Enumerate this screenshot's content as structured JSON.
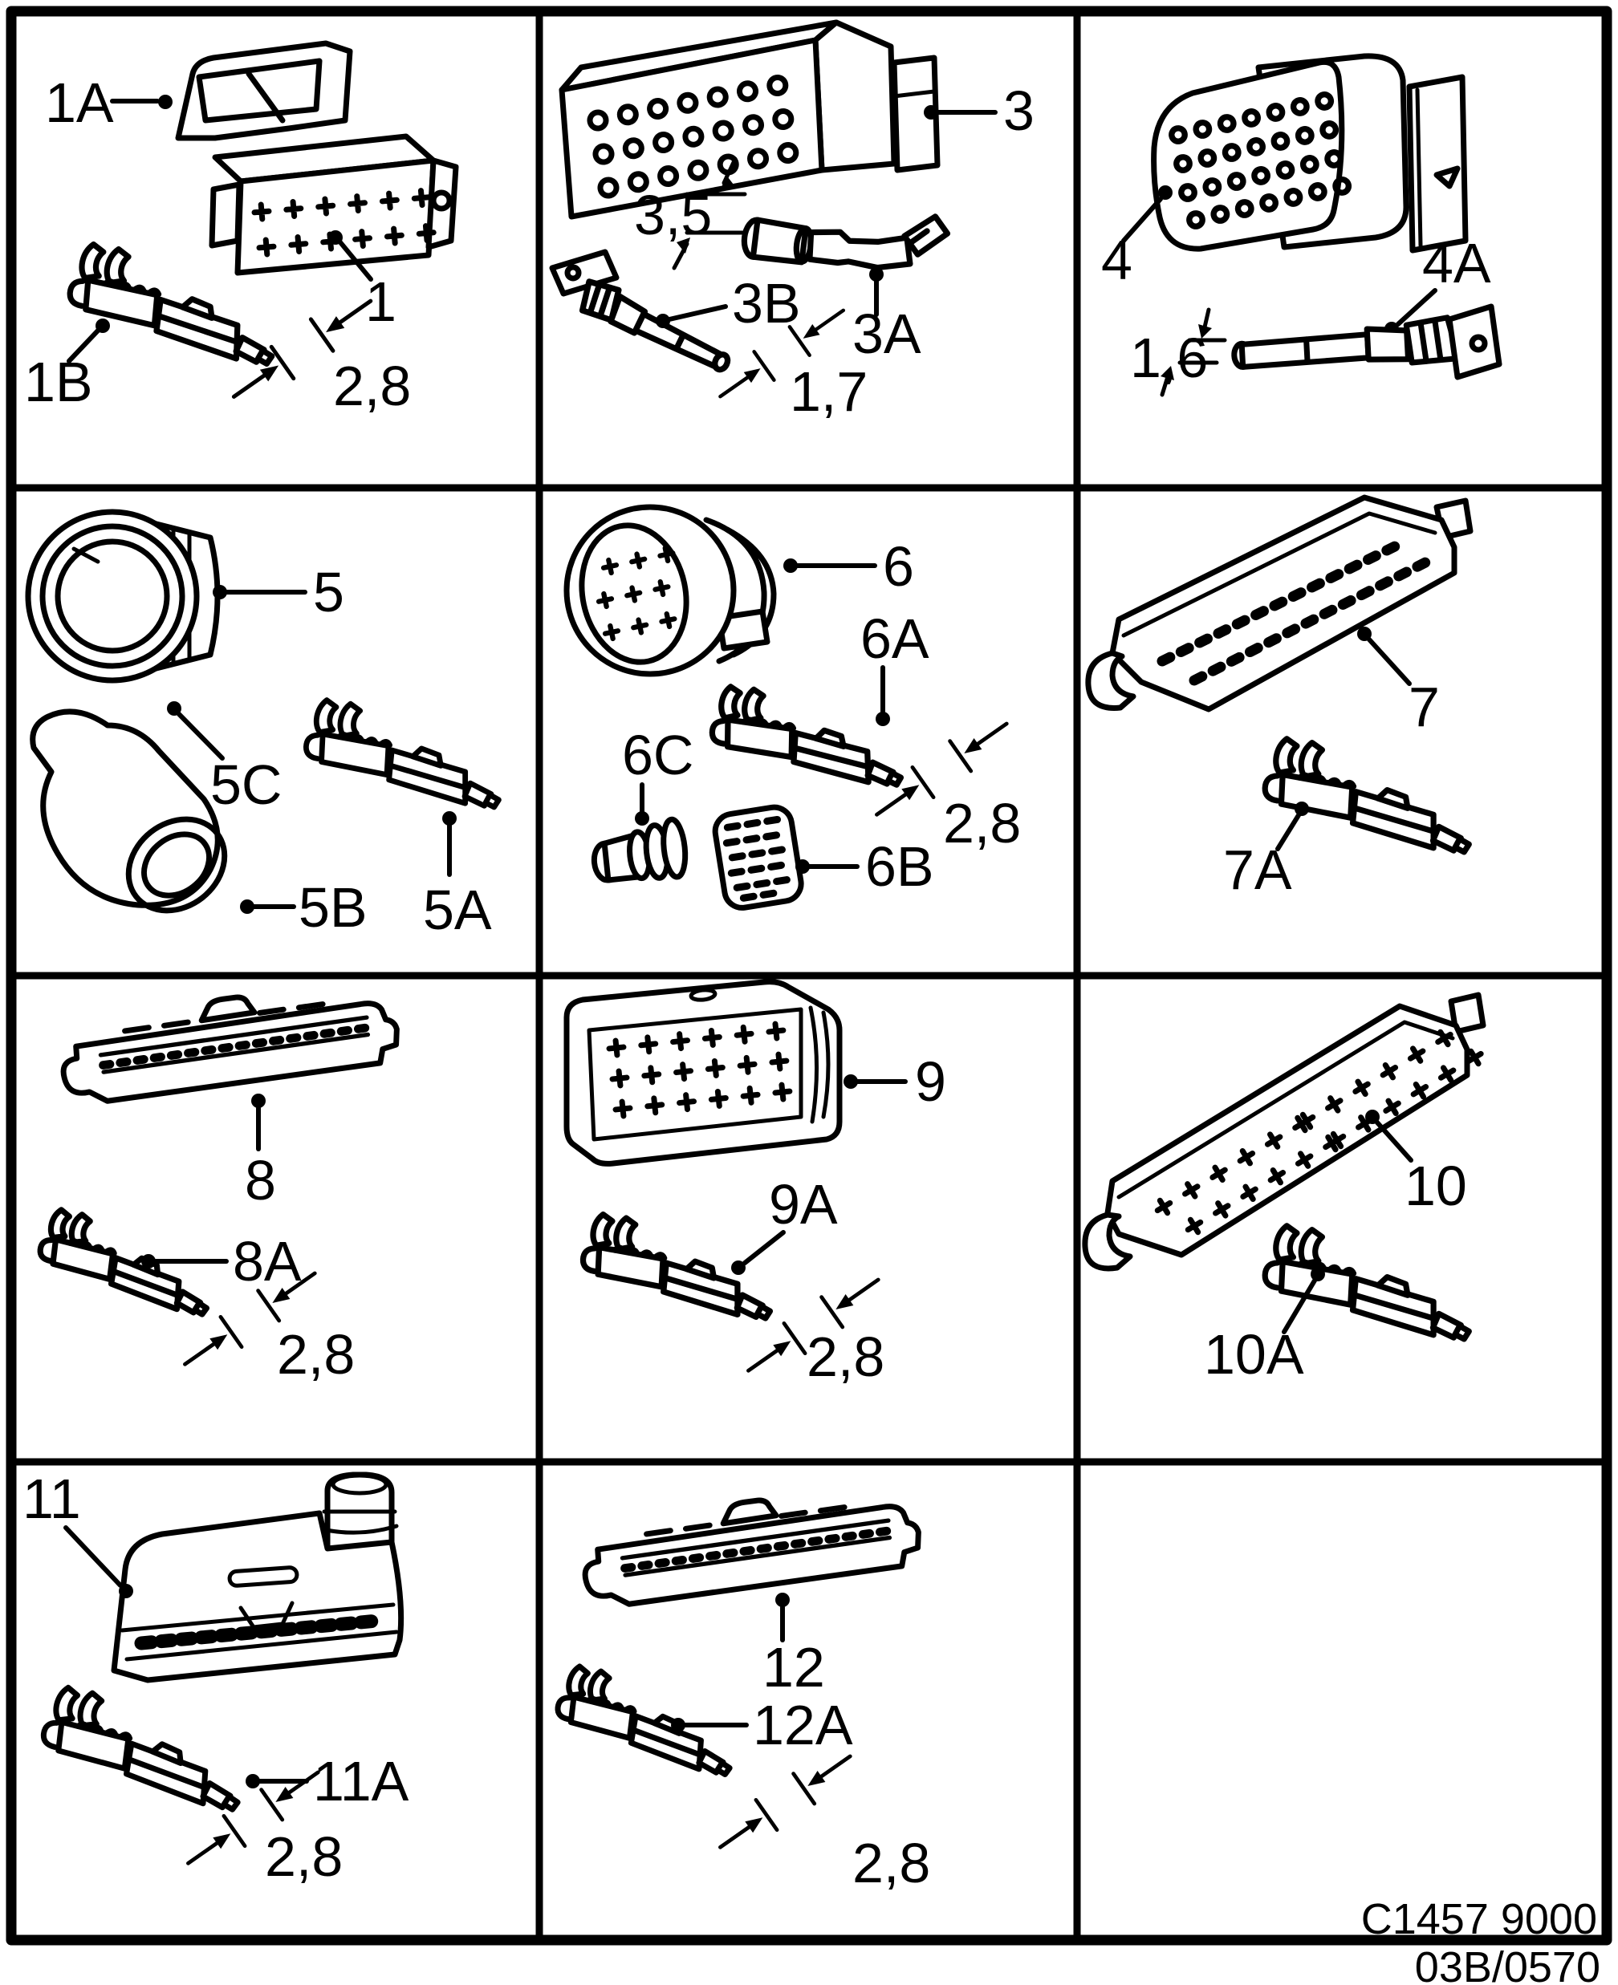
{
  "doc": {
    "drawing_code": "C1457 9000",
    "page_code": "03B/0570",
    "ink_color": "#000000",
    "paper_color": "#ffffff"
  },
  "cells": {
    "c1": {
      "labels": {
        "cover": "1A",
        "housing": "1",
        "terminal": "1B"
      },
      "dims": {
        "width": "2,8"
      }
    },
    "c2": {
      "labels": {
        "housing": "3",
        "socket": "3A",
        "pin": "3B"
      },
      "dims": {
        "pitch": "3,5",
        "pin_dia": "1,7"
      }
    },
    "c3": {
      "labels": {
        "housing": "4",
        "terminal": "4A"
      },
      "dims": {
        "pin_dia": "1,6"
      }
    },
    "c4": {
      "labels": {
        "housing": "5",
        "terminal": "5A",
        "boot": "5B",
        "ring": "5C"
      }
    },
    "c5": {
      "labels": {
        "housing": "6",
        "terminal": "6A",
        "pad": "6B",
        "seal": "6C"
      },
      "dims": {
        "width": "2,8"
      }
    },
    "c6": {
      "labels": {
        "housing": "7",
        "terminal": "7A"
      }
    },
    "c7": {
      "labels": {
        "housing": "8",
        "terminal": "8A"
      },
      "dims": {
        "width": "2,8"
      }
    },
    "c8": {
      "labels": {
        "housing": "9",
        "terminal": "9A"
      },
      "dims": {
        "width": "2,8"
      }
    },
    "c9": {
      "labels": {
        "housing": "10",
        "terminal": "10A"
      }
    },
    "c10": {
      "labels": {
        "housing": "11",
        "terminal": "11A"
      },
      "dims": {
        "width": "2,8"
      }
    },
    "c11": {
      "labels": {
        "housing": "12",
        "terminal": "12A"
      },
      "dims": {
        "width": "2,8"
      }
    },
    "c12": {}
  }
}
